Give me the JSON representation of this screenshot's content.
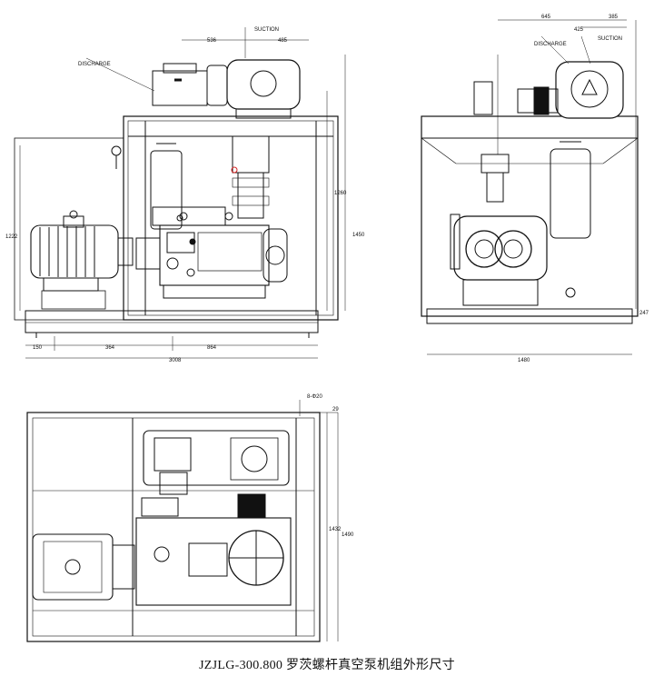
{
  "labels": {
    "front_suction": "SUCTION",
    "front_discharge": "DISCHARGE",
    "side_suction": "SUCTION",
    "side_discharge": "DISCHARGE"
  },
  "dimensions": {
    "front_top_left": "536",
    "front_top_right": "485",
    "front_height_right": "1260",
    "front_height_far": "1450",
    "front_height_left": "1222",
    "front_bottom_a": "150",
    "front_bottom_b": "364",
    "front_bottom_c": "864",
    "front_overall_width": "3008",
    "side_top_a": "645",
    "side_top_b": "385",
    "side_top_c": "425",
    "side_right_height": "247",
    "side_overall_width": "1480",
    "plan_hole": "8-Φ20",
    "plan_edge": "29",
    "plan_depth_a": "1432",
    "plan_depth_b": "1490"
  },
  "caption": "JZJLG-300.800 罗茨螺杆真空泵机组外形尺寸"
}
